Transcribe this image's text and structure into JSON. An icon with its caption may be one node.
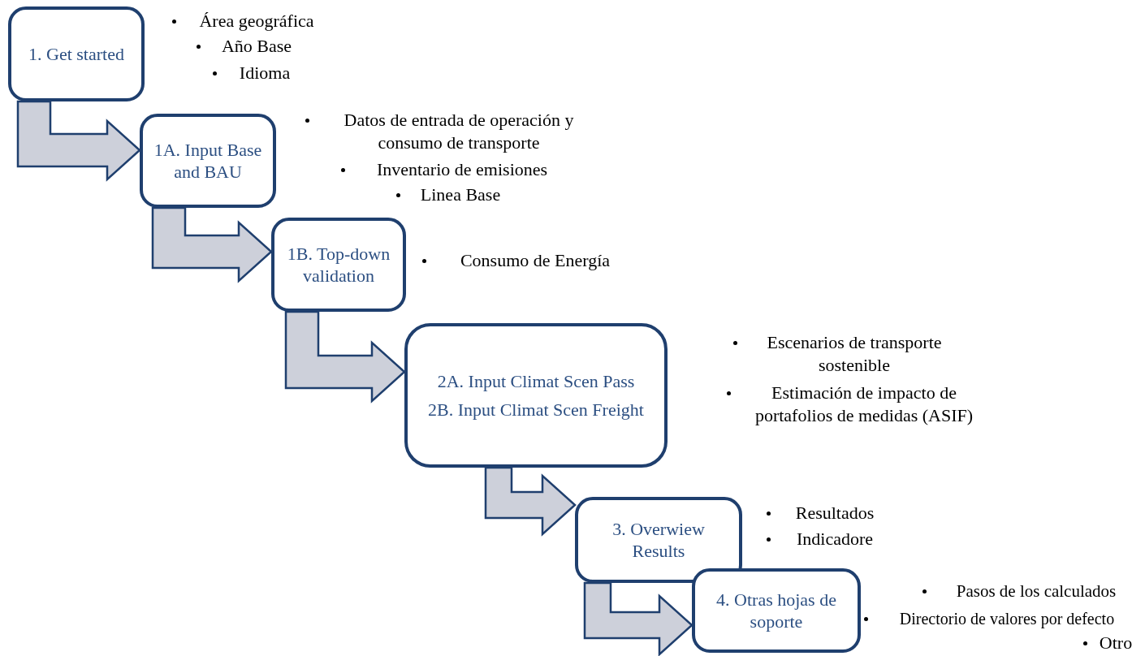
{
  "diagram": {
    "nodes": [
      {
        "text": [
          "1. Get started"
        ],
        "beside": [
          "Área geográfica",
          "Año Base",
          "Idioma"
        ]
      },
      {
        "text": [
          "1A. Input Base and BAU"
        ],
        "beside": [
          "Datos de entrada de operación y consumo de transporte",
          "Inventario de emisiones",
          "Linea Base"
        ]
      },
      {
        "text": [
          "1B. Top-down validation"
        ],
        "beside": [
          "Consumo de Energía"
        ]
      },
      {
        "text": [
          "2A. Input Climat Scen Pass",
          "2B. Input Climat Scen Freight"
        ],
        "beside": [
          "Escenarios de transporte sostenible",
          "Estimación de impacto de portafolios de medidas (ASIF)"
        ]
      },
      {
        "text": [
          "3. Overwiew Results"
        ],
        "beside": [
          "Resultados",
          "Indicadore"
        ]
      },
      {
        "text": [
          "4. Otras hojas de soporte"
        ],
        "beside": [
          "Pasos de los calculados",
          "Directorio de valores por defecto",
          "Otro"
        ]
      }
    ],
    "edges": [
      {
        "from": 0,
        "to": 1,
        "arrow": "to"
      },
      {
        "from": 1,
        "to": 2,
        "arrow": "to"
      },
      {
        "from": 2,
        "to": 3,
        "arrow": "to"
      },
      {
        "from": 3,
        "to": 4,
        "arrow": "to"
      },
      {
        "from": 4,
        "to": 5,
        "arrow": "to"
      }
    ]
  }
}
